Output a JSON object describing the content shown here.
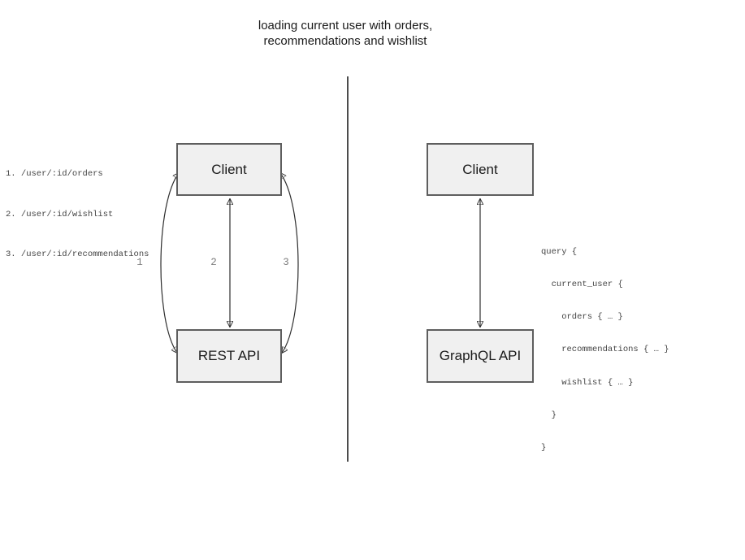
{
  "title": {
    "line1": "loading current user with orders,",
    "line2": "recommendations and wishlist"
  },
  "left_panel": {
    "endpoints": [
      "1. /user/:id/orders",
      "2. /user/:id/wishlist",
      "3. /user/:id/recommendations"
    ],
    "client_label": "Client",
    "api_label": "REST API",
    "arrow_labels": [
      "1",
      "2",
      "3"
    ]
  },
  "right_panel": {
    "client_label": "Client",
    "api_label": "GraphQL API",
    "query_lines": [
      "query {",
      "  current_user {",
      "    orders { … }",
      "    recommendations { … }",
      "    wishlist { … }",
      "  }",
      "}"
    ]
  },
  "colors": {
    "box_fill": "#f0f0f0",
    "box_border": "#5e5e5e",
    "arrow": "#2e2e2e",
    "code_text": "#444444",
    "arrow_label_text": "#7d7d7d",
    "title_text": "#1a1a1a",
    "divider": "#4c4c4c"
  }
}
